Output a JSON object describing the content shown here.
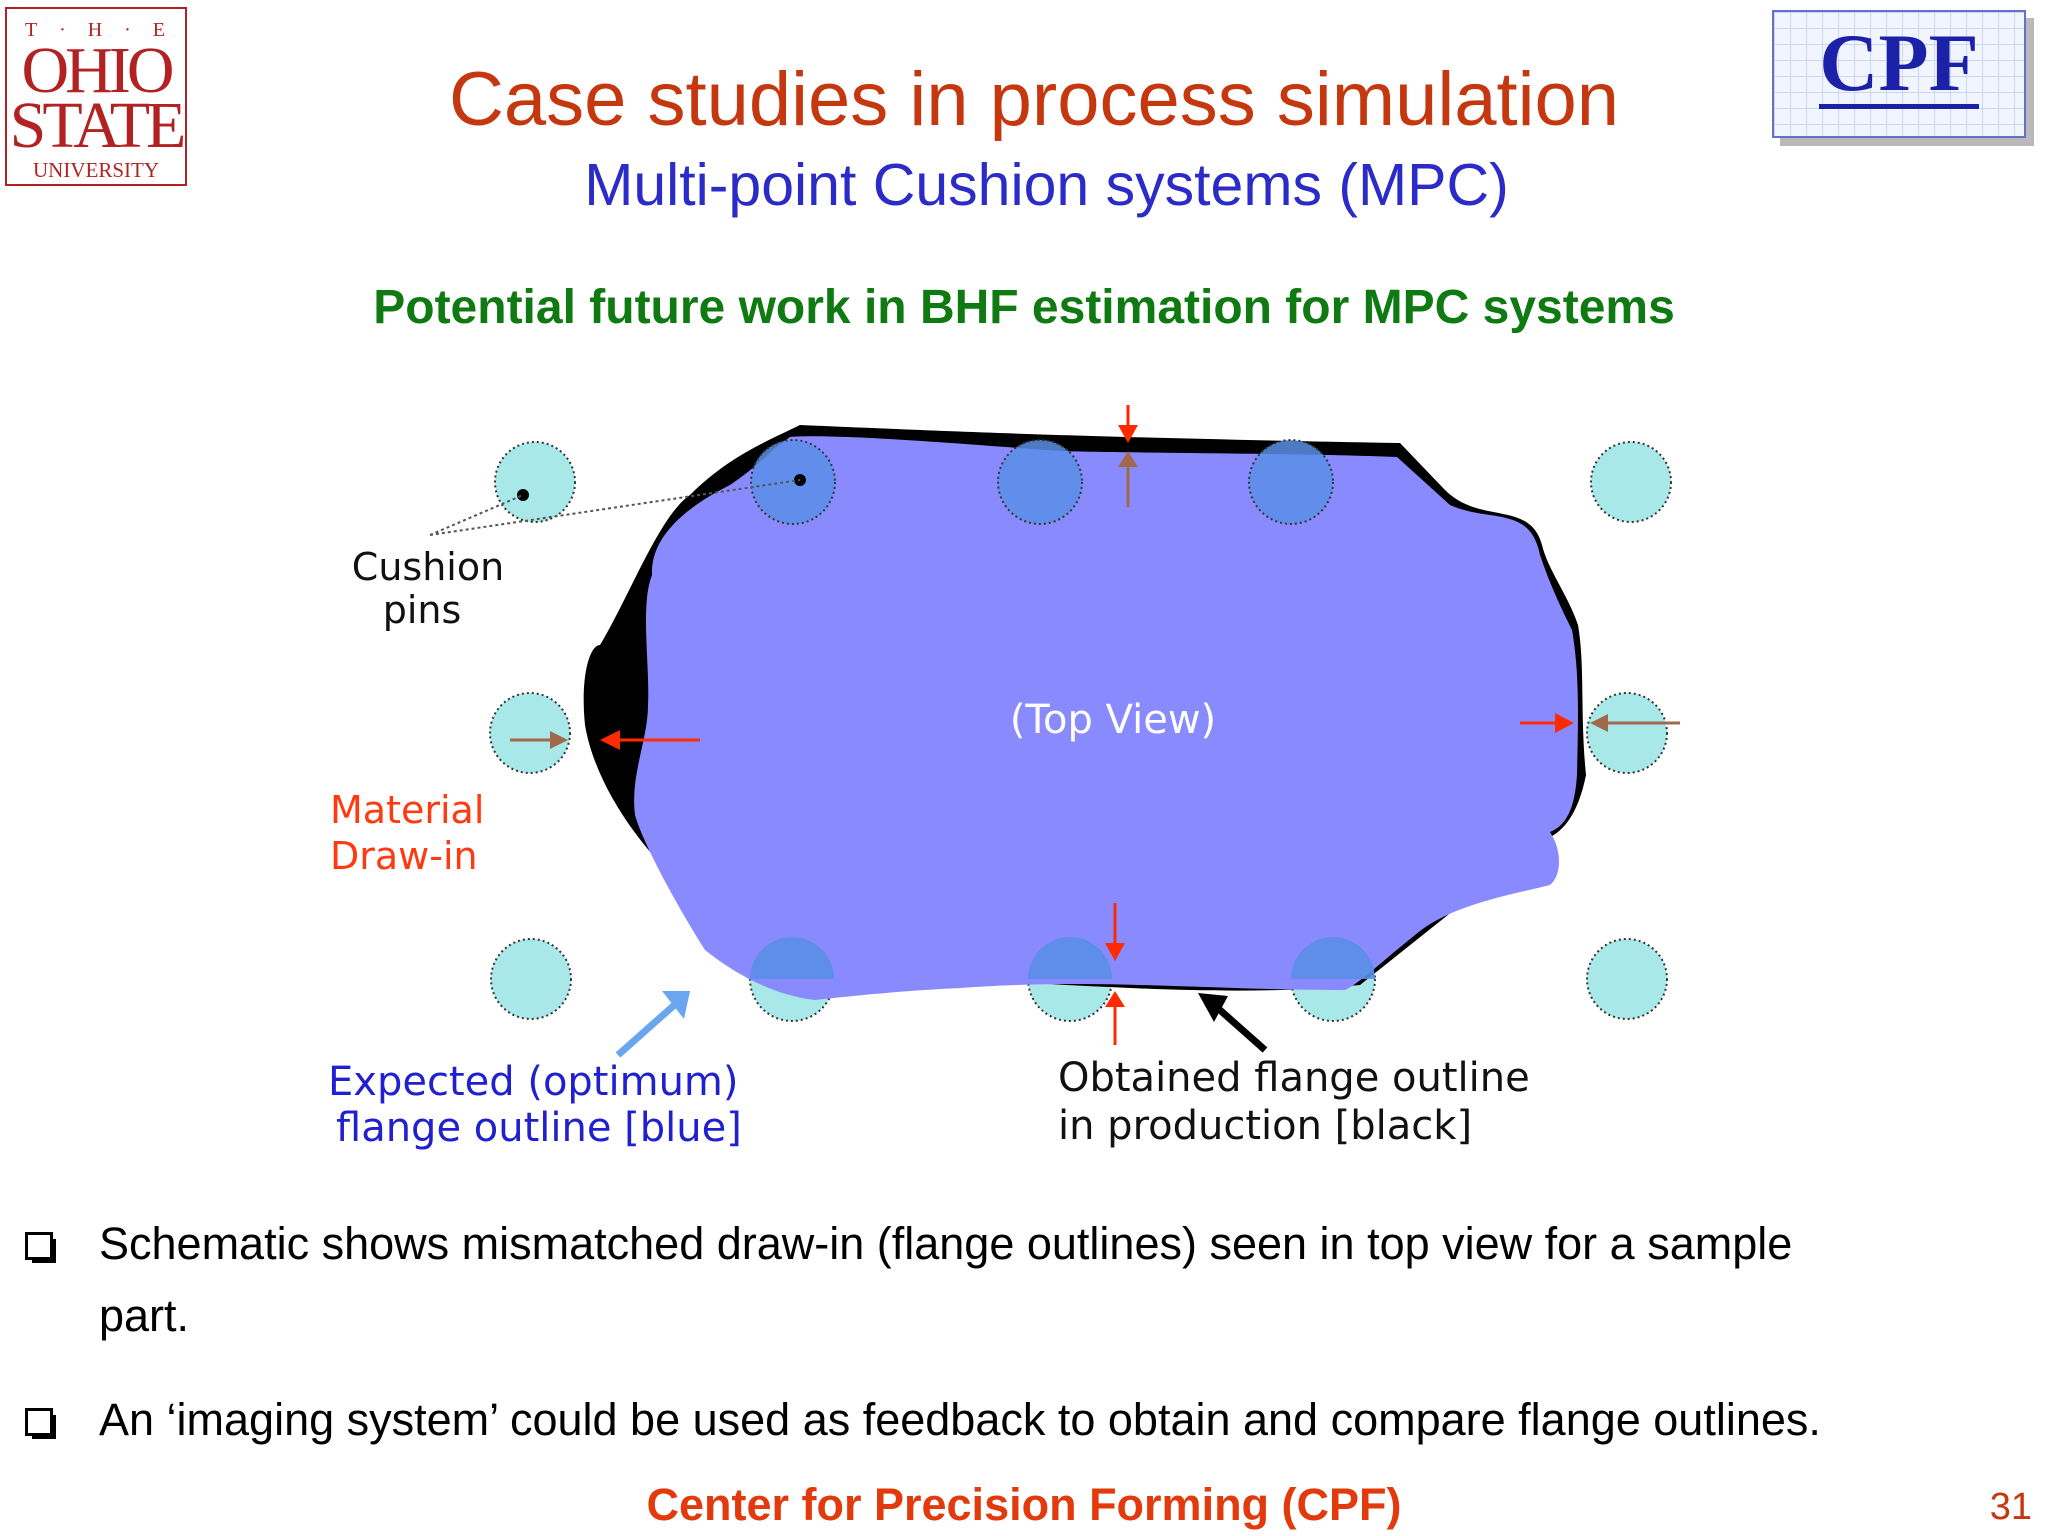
{
  "logos": {
    "osu": {
      "the": [
        "T",
        "H",
        "E"
      ],
      "ohio": "OHIO",
      "state": "STATE",
      "university": "UNIVERSITY"
    },
    "cpf": "CPF"
  },
  "title": "Case studies in process simulation",
  "subtitle": "Multi-point Cushion systems (MPC)",
  "heading": "Potential future work in BHF estimation for MPC systems",
  "diagram": {
    "center_label": "(Top View)",
    "cushion_label": [
      "Cushion",
      "pins"
    ],
    "drawin_label": [
      "Material",
      "Draw-in"
    ],
    "expected_label": [
      "Expected (optimum)",
      "flange outline [blue]"
    ],
    "obtained_label": [
      "Obtained flange outline",
      "in production [black]"
    ],
    "colors": {
      "expected_fill": "#8a8aff",
      "obtained_outline": "#000000",
      "pin_fill": "#a8e8e8",
      "pin_overlap": "#5a8ee8",
      "arrow_red": "#ff2a00",
      "arrow_brown": "#a06a4a",
      "arrow_blue": "#6aa6f0",
      "drawin_text": "#ff3a10",
      "expected_text": "#2020d0"
    }
  },
  "bullets": [
    {
      "text_line1": "Schematic shows mismatched draw-in (flange outlines) seen in top view for a sample",
      "text_line2": "part."
    },
    {
      "text": "An ‘imaging system’ could be used as feedback to obtain and compare flange outlines."
    }
  ],
  "footer": "Center for Precision Forming (CPF)",
  "page_number": "31"
}
